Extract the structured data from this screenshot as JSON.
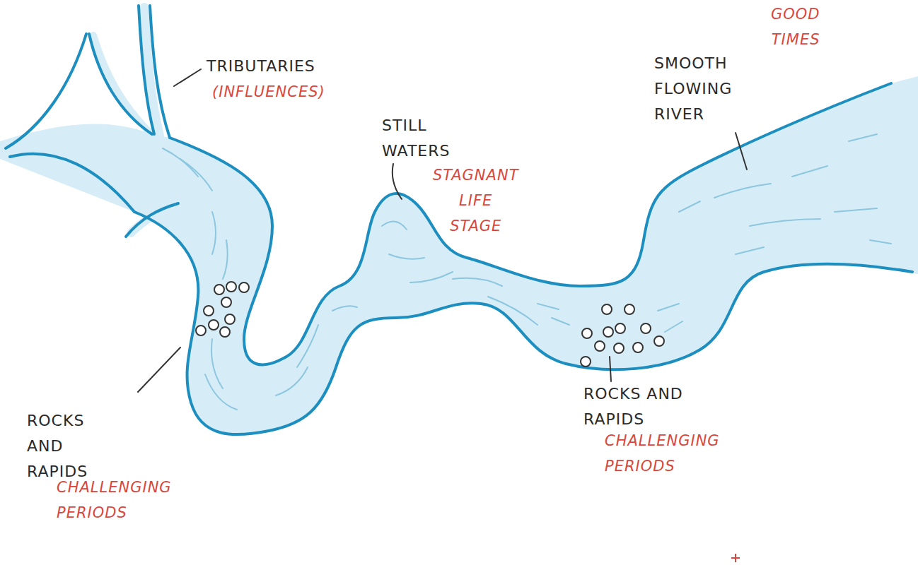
{
  "diagram": {
    "labels": [
      "TRIBUTARIES",
      "(INFLUENCES)",
      "STILL WATERS",
      "STAGNANT LIFE STAGE",
      "SMOOTH FLOWING RIVER",
      "GOOD TIMES",
      "ROCKS AND RAPIDS",
      "CHALLENGING PERIODS",
      "ROCKS AND RAPIDS",
      "CHALLENGING PERIODS"
    ]
  }
}
